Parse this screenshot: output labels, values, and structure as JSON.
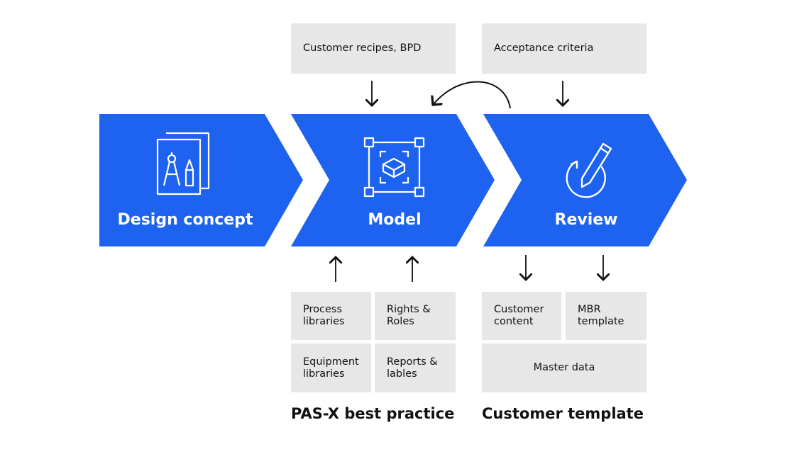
{
  "colors": {
    "chevron": "#1e63f0",
    "box": "#e7e7e7",
    "text": "#111111",
    "arrow": "#111111"
  },
  "stages": [
    {
      "label": "Design concept",
      "icon": "drafting-compass-pencil-icon"
    },
    {
      "label": "Model",
      "icon": "3d-cube-frame-icon"
    },
    {
      "label": "Review",
      "icon": "pencil-circle-arrow-icon"
    }
  ],
  "inputs": {
    "model_top": "Customer recipes, BPD",
    "review_top": "Acceptance criteria"
  },
  "pasx": {
    "heading": "PAS-X best practice",
    "items": [
      "Process\nlibraries",
      "Rights &\nRoles",
      "Equipment\nlibraries",
      "Reports &\nlables"
    ]
  },
  "template": {
    "heading": "Customer template",
    "items": [
      "Customer\ncontent",
      "MBR\ntemplate",
      "Master data"
    ]
  }
}
